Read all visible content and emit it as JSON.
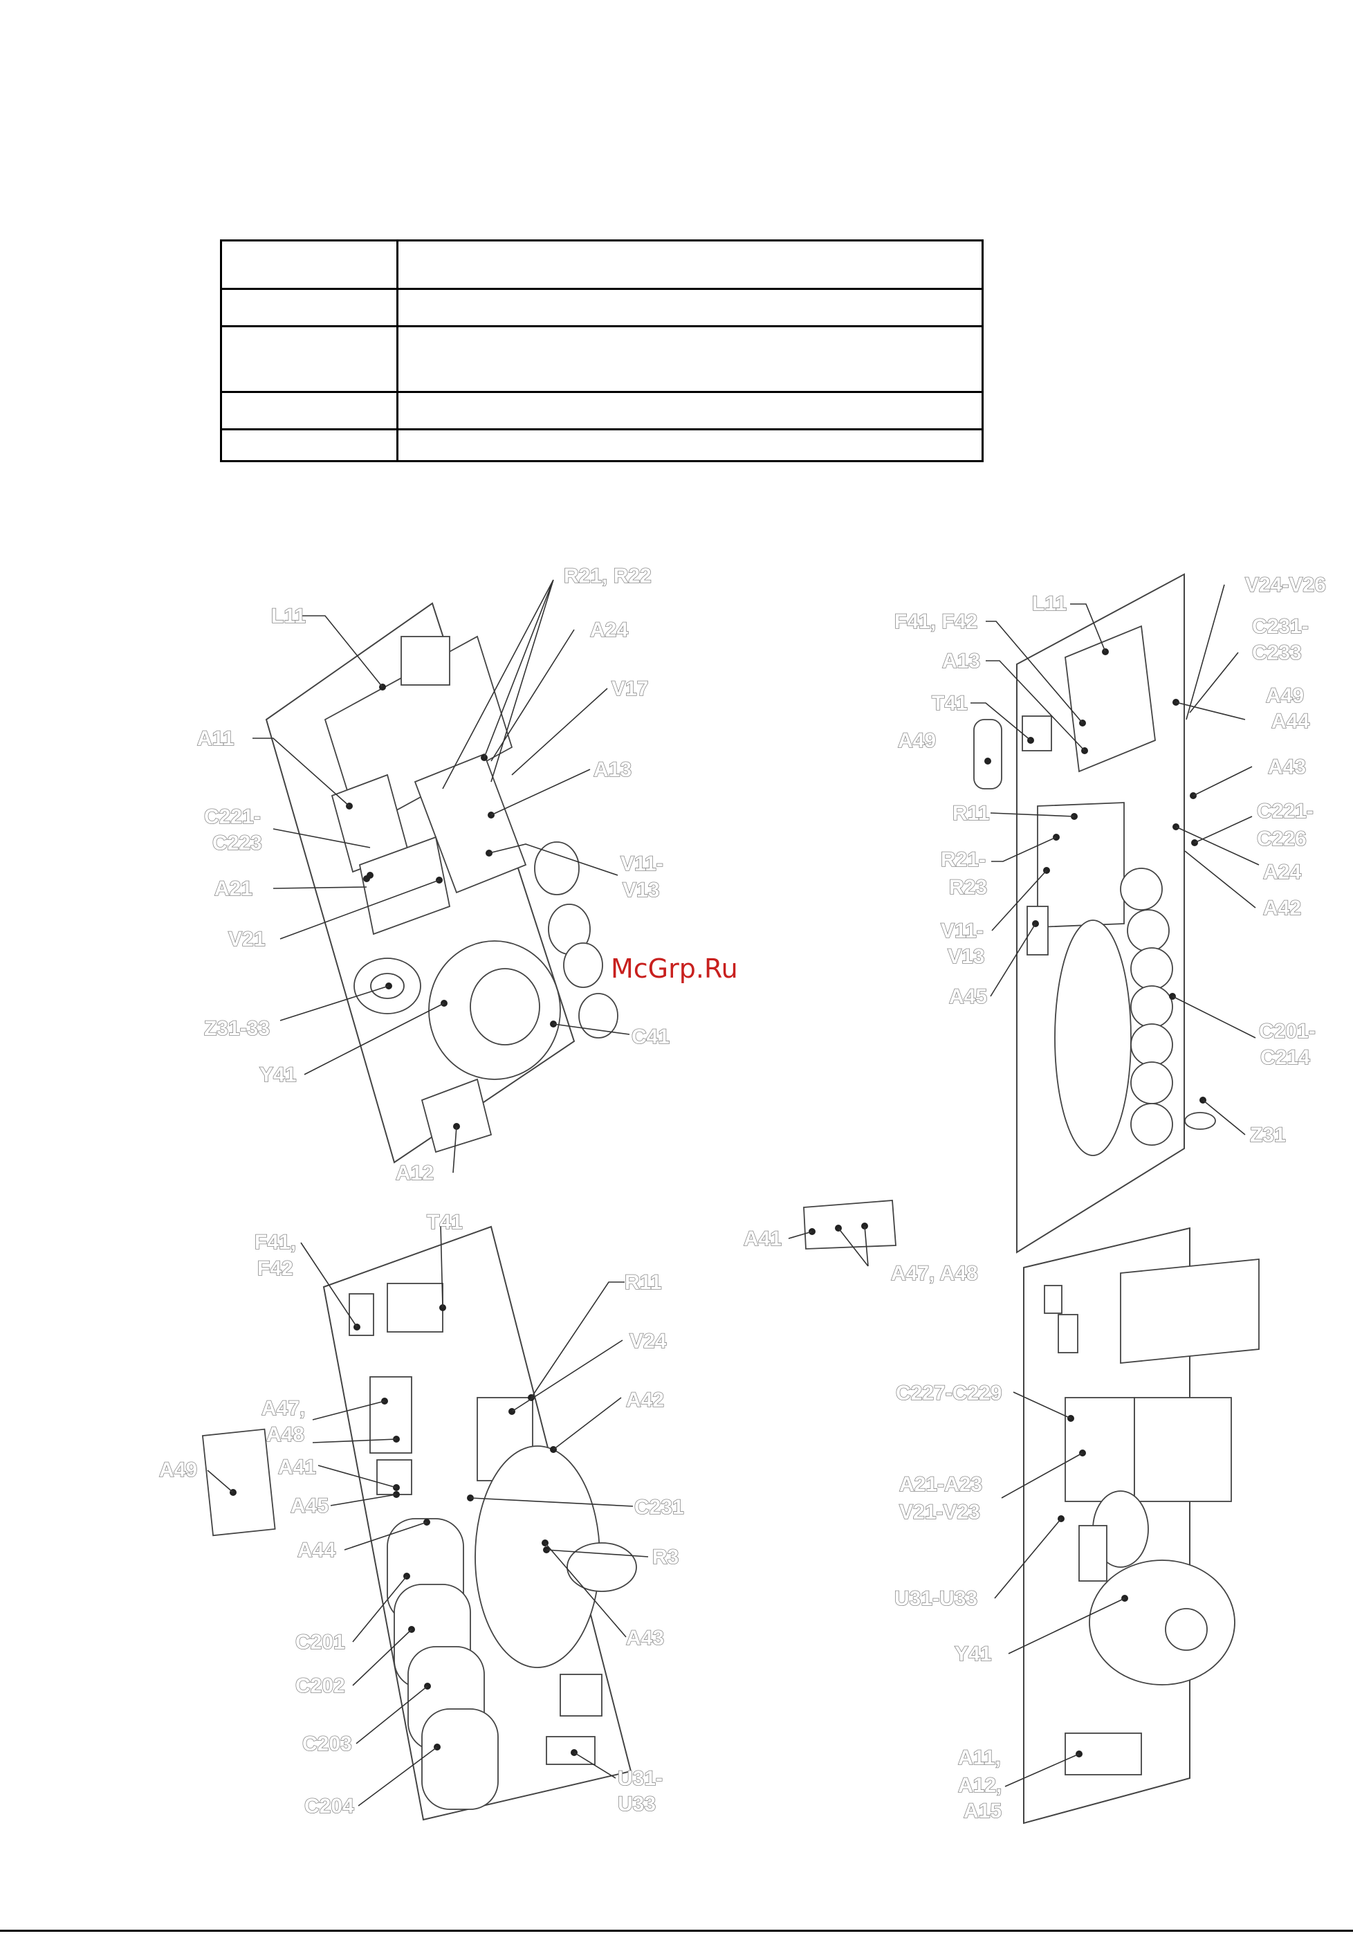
{
  "table": {
    "rows": 5
  },
  "watermark": "McGrp.Ru",
  "views": {
    "top_left": {
      "labels": [
        "L11",
        "R21, R22",
        "A24",
        "V17",
        "A11",
        "A13",
        "C221-",
        "C223",
        "A21",
        "V11-",
        "V13",
        "V21",
        "Z31-33",
        "C41",
        "Y41",
        "A12"
      ]
    },
    "top_right": {
      "labels": [
        "L11",
        "V24-V26",
        "F41, F42",
        "C231-",
        "C233",
        "A13",
        "A49",
        "T41",
        "A44",
        "A49",
        "A43",
        "R11",
        "C221-",
        "C226",
        "R21-",
        "R23",
        "A24",
        "A42",
        "V11-",
        "V13",
        "A45",
        "C201-",
        "C214",
        "Z31"
      ]
    },
    "bottom_left": {
      "labels": [
        "T41",
        "F41,",
        "F42",
        "R11",
        "V24",
        "A42",
        "A47,",
        "A48",
        "A49",
        "A41",
        "A45",
        "C231",
        "A44",
        "R3",
        "A43",
        "C201",
        "C202",
        "C203",
        "U31-",
        "U33",
        "C204"
      ]
    },
    "bottom_right": {
      "labels": [
        "A41",
        "A47, A48",
        "C227-C229",
        "A21-A23",
        "V21-V23",
        "U31-U33",
        "Y41",
        "A11,",
        "A12,",
        "A15"
      ]
    }
  },
  "colors": {
    "line": "#333333",
    "label_fill": "#ffffff",
    "label_outline": "#8a8a8a",
    "watermark": "#c8201e"
  }
}
